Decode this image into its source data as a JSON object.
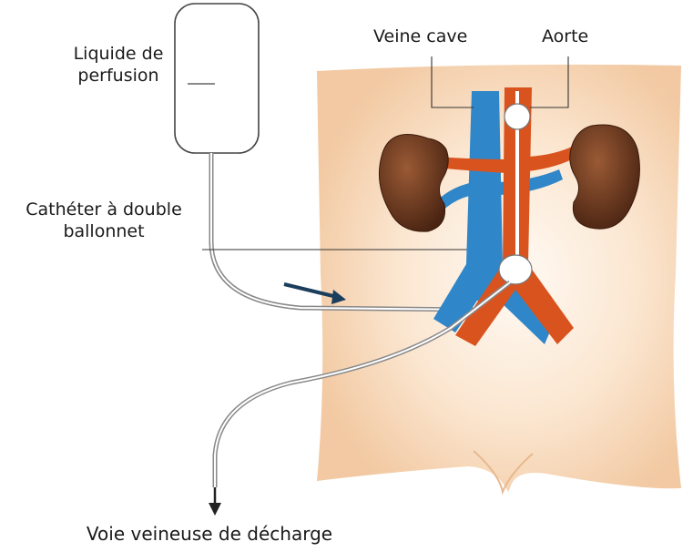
{
  "labels": {
    "infusion_bag": [
      "Liquide de",
      "perfusion"
    ],
    "catheter": [
      "Cathéter à double",
      "ballonnet"
    ],
    "vena_cava": "Veine cave",
    "aorta": "Aorte",
    "drain": "Voie veineuse de décharge"
  },
  "colors": {
    "background": "#ffffff",
    "torso": "#f6d9bb",
    "torso_shadow": "#f0c9a0",
    "vein": "#2f86c8",
    "artery": "#d9531e",
    "kidney": "#6b3a22",
    "tube": "#8a8a8a",
    "text": "#1a1a1a"
  },
  "icons": [
    "infusion-bag-icon",
    "kidney-icon",
    "balloon-icon",
    "flow-arrow-icon",
    "down-arrow-icon"
  ]
}
